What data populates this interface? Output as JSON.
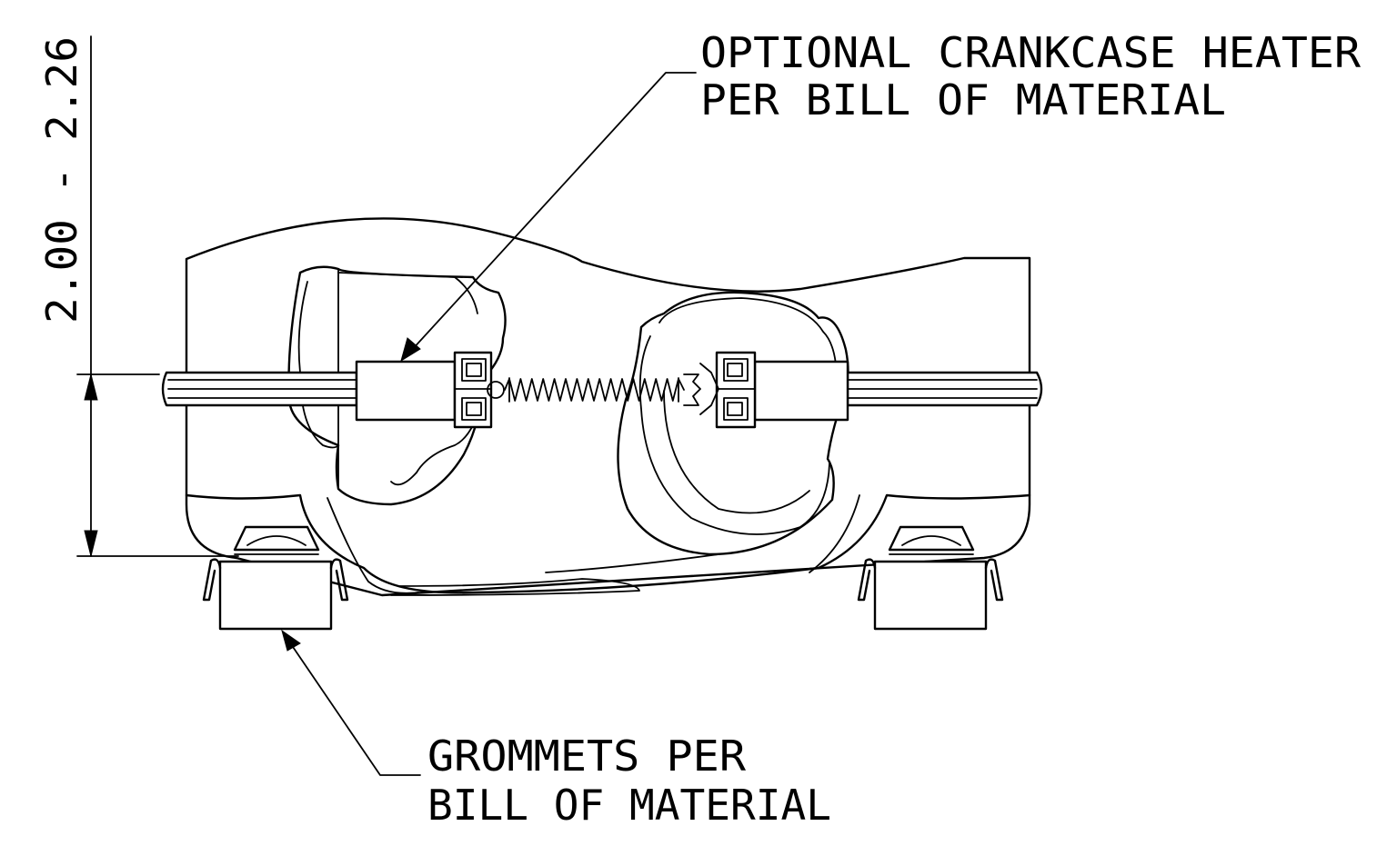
{
  "labels": {
    "heater_line1": "OPTIONAL CRANKCASE HEATER",
    "heater_line2": "PER BILL OF MATERIAL",
    "grommet_line1": "GROMMETS PER",
    "grommet_line2": "BILL OF MATERIAL",
    "dimension": "2.00 - 2.26"
  },
  "icons": {
    "compressor": "compressor-body-icon",
    "heater": "crankcase-heater-icon",
    "spring": "spring-icon",
    "grommet": "grommet-icon"
  }
}
